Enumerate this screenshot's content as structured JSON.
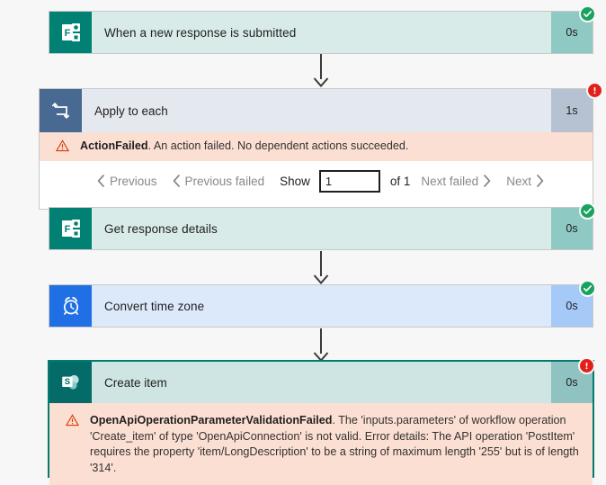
{
  "flow": {
    "steps": [
      {
        "name": "trigger-when-new-response",
        "title": "When a new response is submitted",
        "duration": "0s",
        "status": "succeeded",
        "icon": "microsoft-forms-icon",
        "theme": "forms"
      },
      {
        "name": "apply-to-each",
        "title": "Apply to each",
        "duration": "1s",
        "status": "failed",
        "icon": "loop-icon",
        "theme": "loop"
      },
      {
        "name": "get-response-details",
        "title": "Get response details",
        "duration": "0s",
        "status": "succeeded",
        "icon": "microsoft-forms-icon",
        "theme": "forms"
      },
      {
        "name": "convert-time-zone",
        "title": "Convert time zone",
        "duration": "0s",
        "status": "succeeded",
        "icon": "alarm-clock-icon",
        "theme": "clock"
      },
      {
        "name": "create-item",
        "title": "Create item",
        "duration": "0s",
        "status": "failed",
        "icon": "sharepoint-icon",
        "theme": "sharepoint"
      }
    ]
  },
  "errors": {
    "apply_to_each": {
      "code": "ActionFailed",
      "message": ". An action failed. No dependent actions succeeded."
    },
    "create_item": {
      "code": "OpenApiOperationParameterValidationFailed",
      "message": ". The 'inputs.parameters' of workflow operation 'Create_item' of type 'OpenApiConnection' is not valid. Error details: The API operation 'PostItem' requires the property 'item/LongDescription' to be a string of maximum length '255' but is of length '314'."
    }
  },
  "pager": {
    "previous": "Previous",
    "previous_failed": "Previous failed",
    "show_label": "Show",
    "page_value": "1",
    "of_label": "of 1",
    "next_failed": "Next failed",
    "next": "Next"
  },
  "colors": {
    "success": "#1aa260",
    "failure": "#e2201b",
    "warning": "#d83b01",
    "error_banner_bg": "#fcdfd3",
    "selection": "#037c70"
  }
}
